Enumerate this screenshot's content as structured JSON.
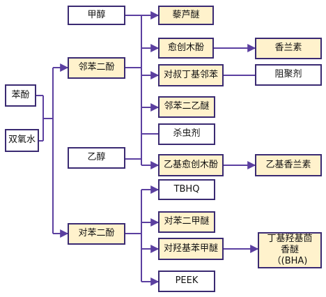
{
  "nodes": {
    "benfen": "苯酚",
    "shuangyangshui": "双氧水",
    "jiachun": "甲醇",
    "linbenerfen": "邻苯二酚",
    "yichun": "乙醇",
    "duibenerfen": "对苯二酚",
    "luluwei": "藜芦醚",
    "yuchuangmufen": "愈创木酚",
    "xianglansu": "香兰素",
    "duishudingjilinben": "对叔丁基邻苯",
    "zujuji": "阻聚剂",
    "linbenieryimi": "邻苯二乙醚",
    "shachongji": "杀虫剂",
    "yijiyuchuangmufen": "乙基愈创木酚",
    "yijixianglansu": "乙基香兰素",
    "tbhq": "TBHQ",
    "duibenerjiami": "对苯二甲醚",
    "duiqiangjibenjiami": "对羟基苯甲醚",
    "bha": "丁基羟基茴香醚（(BHA)",
    "peek": "PEEK"
  },
  "colors": {
    "line": "#5b3fa0",
    "border": "#3a2a72",
    "fill": "#fff2cc"
  }
}
